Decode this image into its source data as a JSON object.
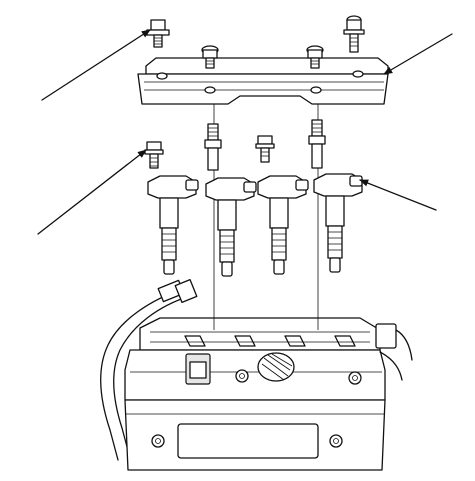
{
  "diagram": {
    "kind": "exploded-view line drawing",
    "colors": {
      "ink": "#111111",
      "paper": "#ffffff",
      "shade": "#e6e6e6"
    },
    "parts": {
      "cover_bolts": 4,
      "ignition_coils": 4,
      "coil_bolts": 2,
      "leader_arrows": 4
    }
  }
}
